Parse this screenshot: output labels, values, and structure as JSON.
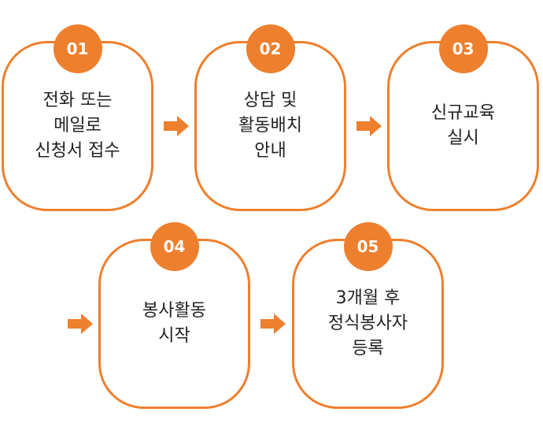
{
  "steps": [
    {
      "number": "01",
      "lines": [
        "전화 또는",
        "메일로",
        "신청서 접수"
      ]
    },
    {
      "number": "02",
      "lines": [
        "상담 및",
        "활동배치",
        "안내"
      ]
    },
    {
      "number": "03",
      "lines": [
        "신규교육",
        "실시"
      ]
    },
    {
      "number": "04",
      "lines": [
        "봉사활동",
        "시작"
      ]
    },
    {
      "number": "05",
      "lines": [
        "3개월 후",
        "정식봉사자",
        "등록"
      ]
    }
  ],
  "colors": {
    "accent": "#EE7F2D",
    "text": "#222222"
  },
  "icons": {
    "arrow": "arrow-right-icon"
  }
}
